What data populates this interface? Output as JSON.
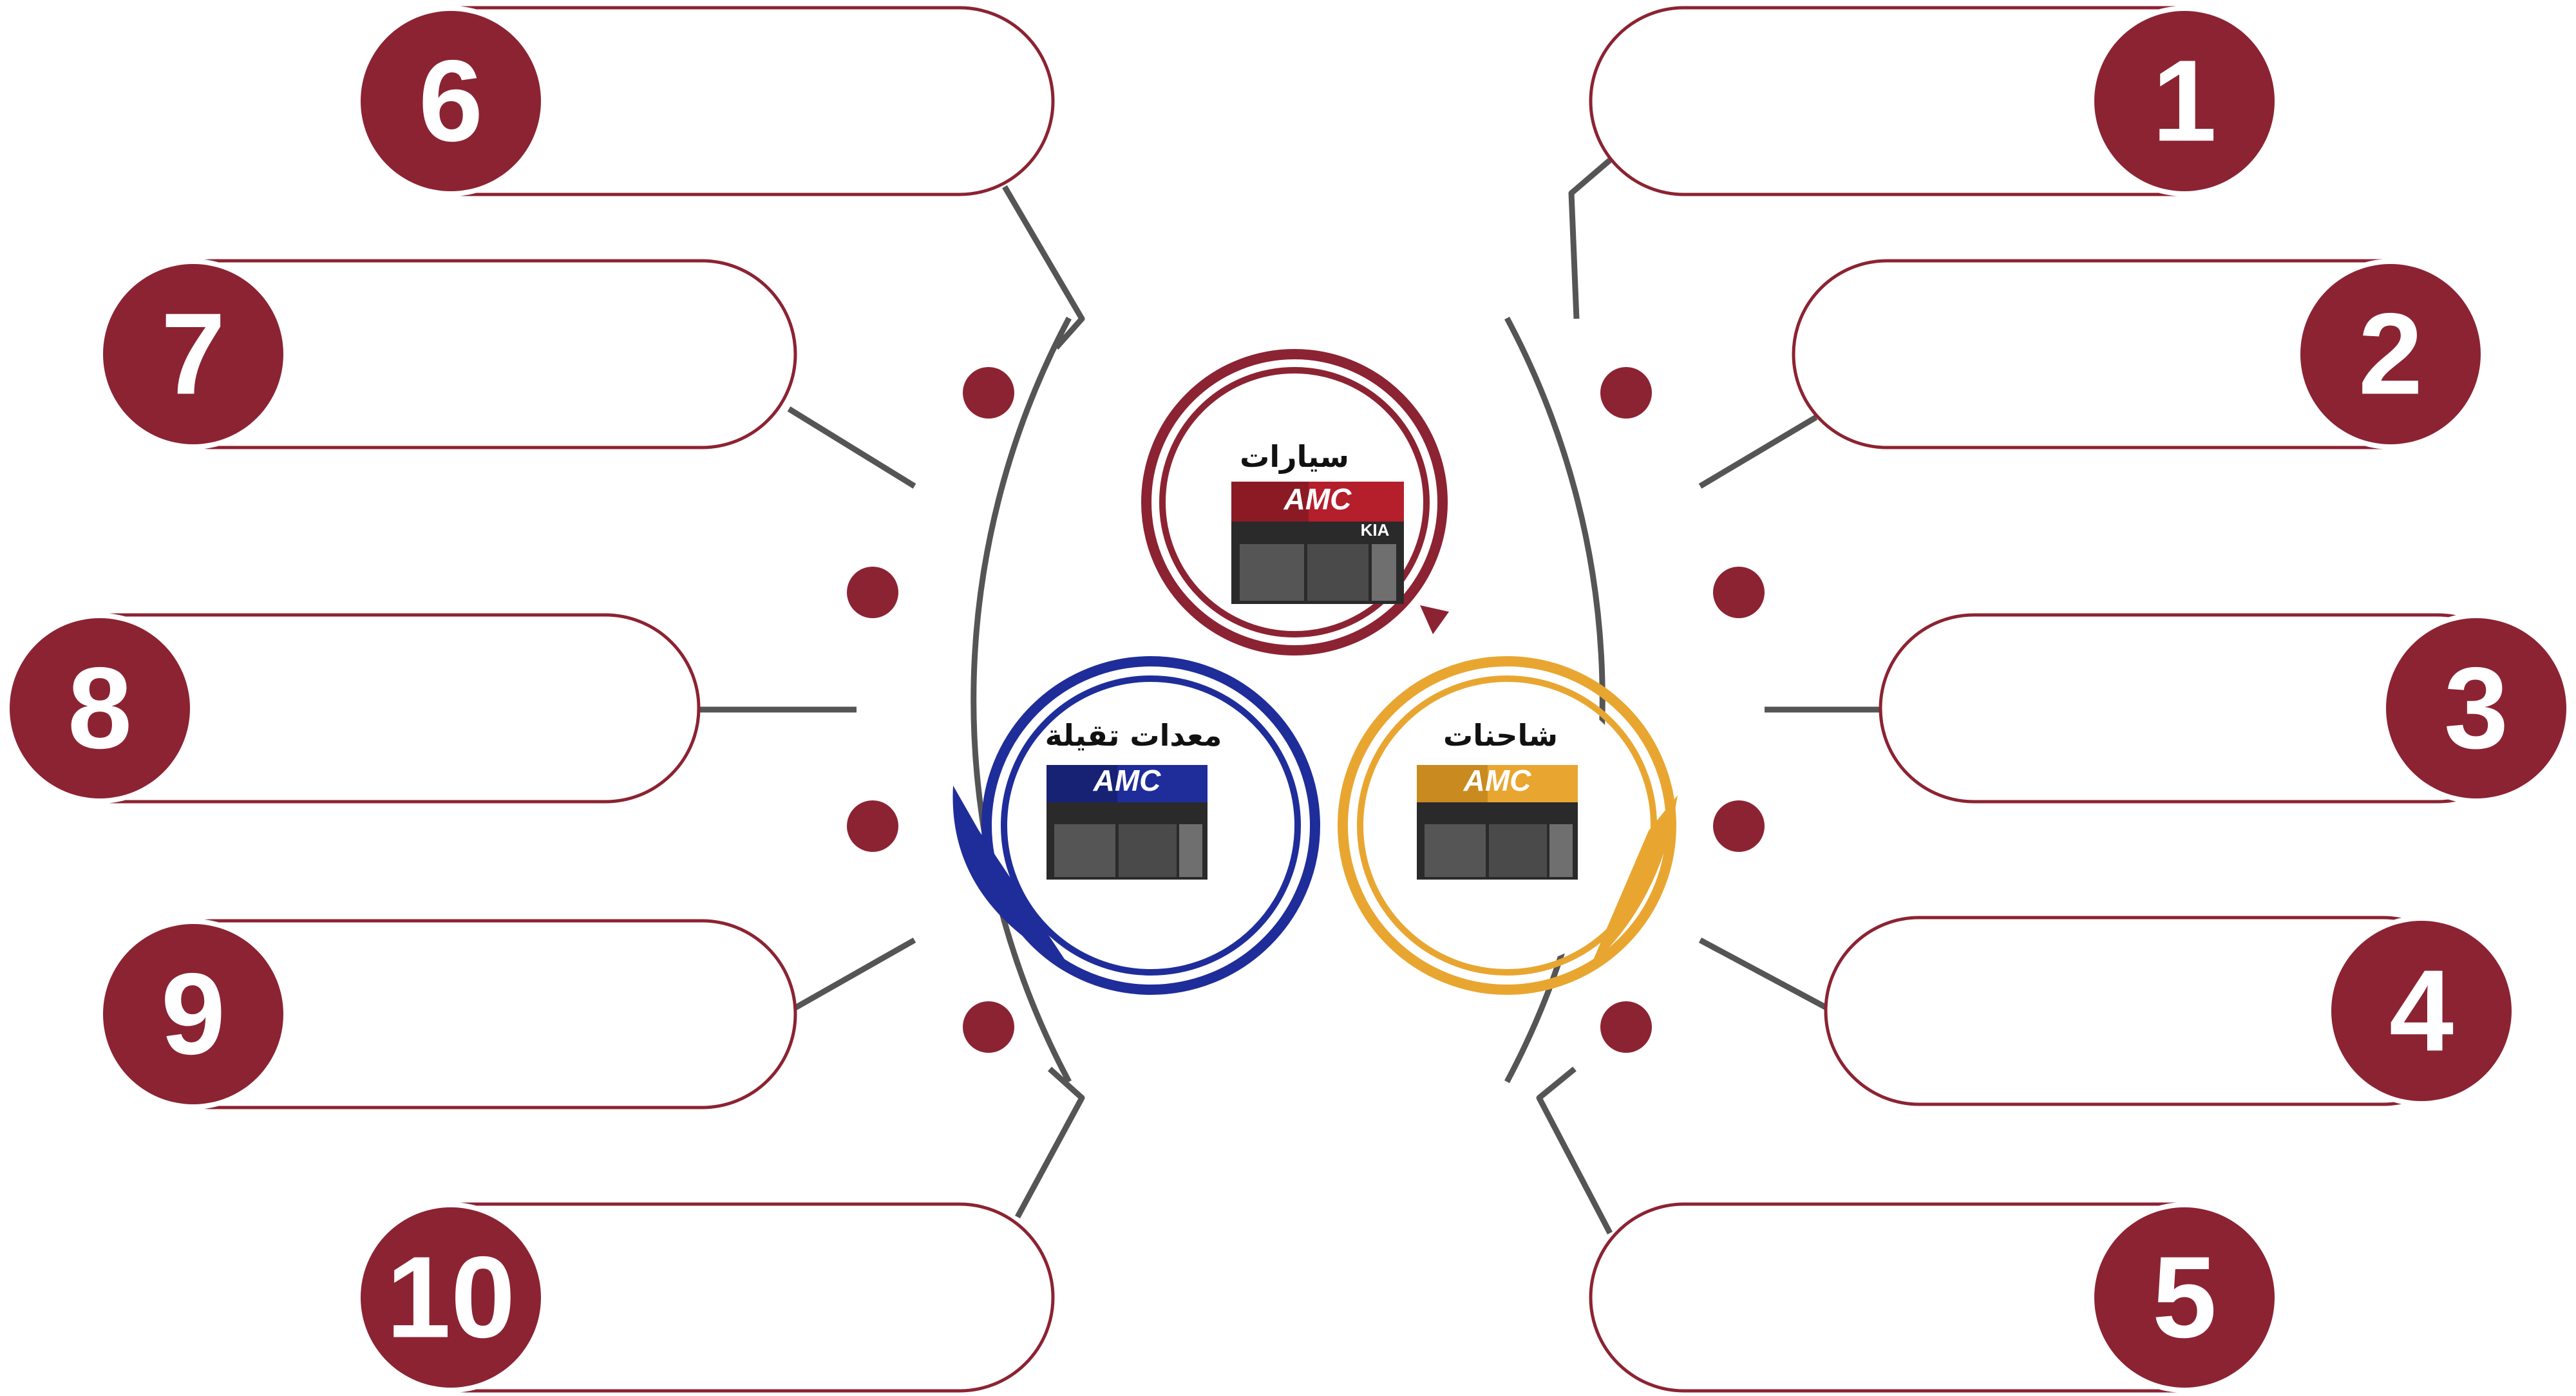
{
  "items": [
    {
      "number": "1"
    },
    {
      "number": "2"
    },
    {
      "number": "3"
    },
    {
      "number": "4"
    },
    {
      "number": "5"
    },
    {
      "number": "6"
    },
    {
      "number": "7"
    },
    {
      "number": "8"
    },
    {
      "number": "9"
    },
    {
      "number": "10"
    }
  ],
  "categories": {
    "cars": {
      "label": "سيارات",
      "logo": "AMC",
      "brand_mark": "KIA"
    },
    "trucks": {
      "label": "شاحنات",
      "logo": "AMC"
    },
    "heavy": {
      "label": "معدات تقيلة",
      "logo": "AMC"
    }
  },
  "colors": {
    "accent": "#8c2332",
    "connector": "#555555",
    "cars": "#8c2332",
    "trucks": "#e8a631",
    "heavy": "#1f2d9a"
  }
}
